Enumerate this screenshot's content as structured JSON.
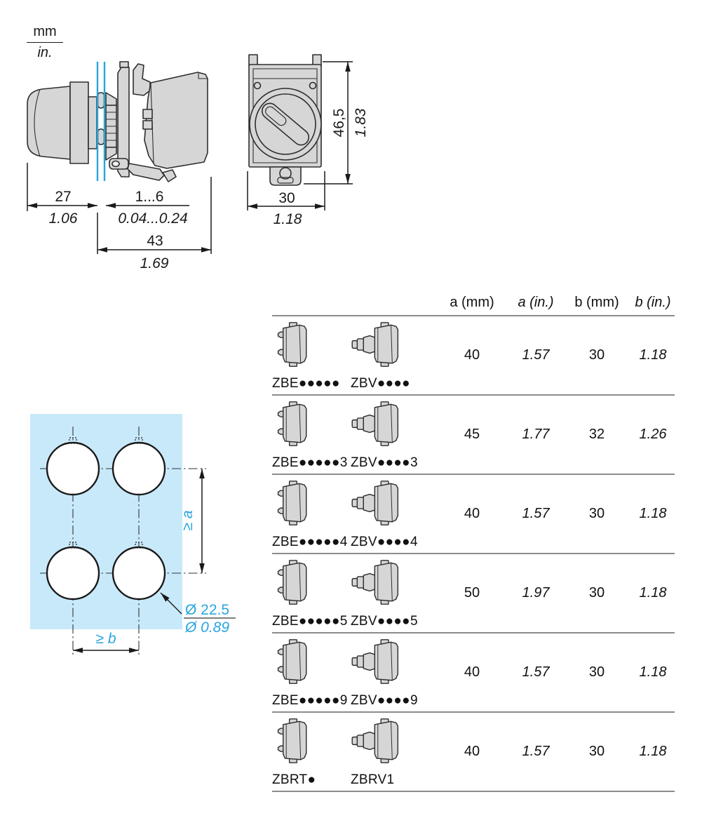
{
  "units": {
    "metric": "mm",
    "imperial": "in."
  },
  "side_view": {
    "knob_depth": {
      "mm": "27",
      "in": "1.06"
    },
    "panel_thickness": {
      "mm": "1...6",
      "in": "0.04...0.24"
    },
    "body_depth": {
      "mm": "43",
      "in": "1.69"
    }
  },
  "front_view": {
    "height": {
      "mm": "46,5",
      "in": "1.83"
    },
    "width": {
      "mm": "30",
      "in": "1.18"
    }
  },
  "cutout": {
    "vertical_spacing": "≥ a",
    "horizontal_spacing": "≥ b",
    "diameter": {
      "mm": "Ø 22.5",
      "in": "Ø 0.89"
    }
  },
  "table": {
    "headers": [
      "a (mm)",
      "a (in.)",
      "b (mm)",
      "b (in.)"
    ],
    "rows": [
      {
        "ref1": "ZBE●●●●●",
        "ref2": "ZBV●●●●",
        "a_mm": "40",
        "a_in": "1.57",
        "b_mm": "30",
        "b_in": "1.18"
      },
      {
        "ref1": "ZBE●●●●●3",
        "ref2": "ZBV●●●●3",
        "a_mm": "45",
        "a_in": "1.77",
        "b_mm": "32",
        "b_in": "1.26"
      },
      {
        "ref1": "ZBE●●●●●4",
        "ref2": "ZBV●●●●4",
        "a_mm": "40",
        "a_in": "1.57",
        "b_mm": "30",
        "b_in": "1.18"
      },
      {
        "ref1": "ZBE●●●●●5",
        "ref2": "ZBV●●●●5",
        "a_mm": "50",
        "a_in": "1.97",
        "b_mm": "30",
        "b_in": "1.18"
      },
      {
        "ref1": "ZBE●●●●●9",
        "ref2": "ZBV●●●●9",
        "a_mm": "40",
        "a_in": "1.57",
        "b_mm": "30",
        "b_in": "1.18"
      },
      {
        "ref1": "ZBRT●",
        "ref2": "ZBRV1",
        "a_mm": "40",
        "a_in": "1.57",
        "b_mm": "30",
        "b_in": "1.18"
      }
    ]
  },
  "colors": {
    "accent_cyan": "#29A5DF",
    "panel_blue": "#C8E9FA",
    "part_gray": "#D6D6D6",
    "outline": "#2E2E2E",
    "table_rule": "#8C8C8C",
    "text": "#1A1A1A"
  }
}
